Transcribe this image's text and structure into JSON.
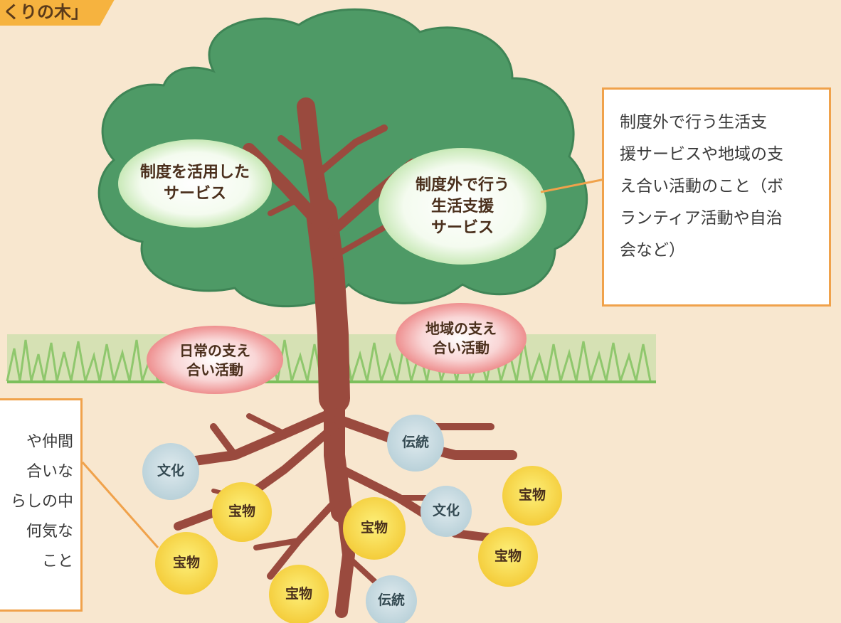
{
  "title_badge": "くりの木」",
  "crown_labels": {
    "institutional": "制度を活用した\nサービス",
    "non_institutional": "制度外で行う\n生活支援\nサービス"
  },
  "ground_labels": {
    "daily": "日常の支え\n合い活動",
    "community": "地域の支え\n合い活動"
  },
  "callout_right": "制度外で行う生活支\n援サービスや地域の支\nえ合い活動のこと（ボ\nランティア活動や自治\n会など）",
  "callout_left": "や仲間\n合いな\nらしの中\n何気な\nこと",
  "roots": {
    "bunka": "文化",
    "dentou": "伝統",
    "takaramono": "宝物"
  },
  "colors": {
    "background": "#f8e7cf",
    "foliage": "#4e9a66",
    "foliage_glow": "#e6f7df",
    "trunk": "#9a4a3e",
    "grass": "#a9d58e",
    "callout_border": "#f0a24b",
    "treasure": "#f8dd55",
    "culture": "#c6dae0",
    "pink": "#ef9c9c"
  }
}
